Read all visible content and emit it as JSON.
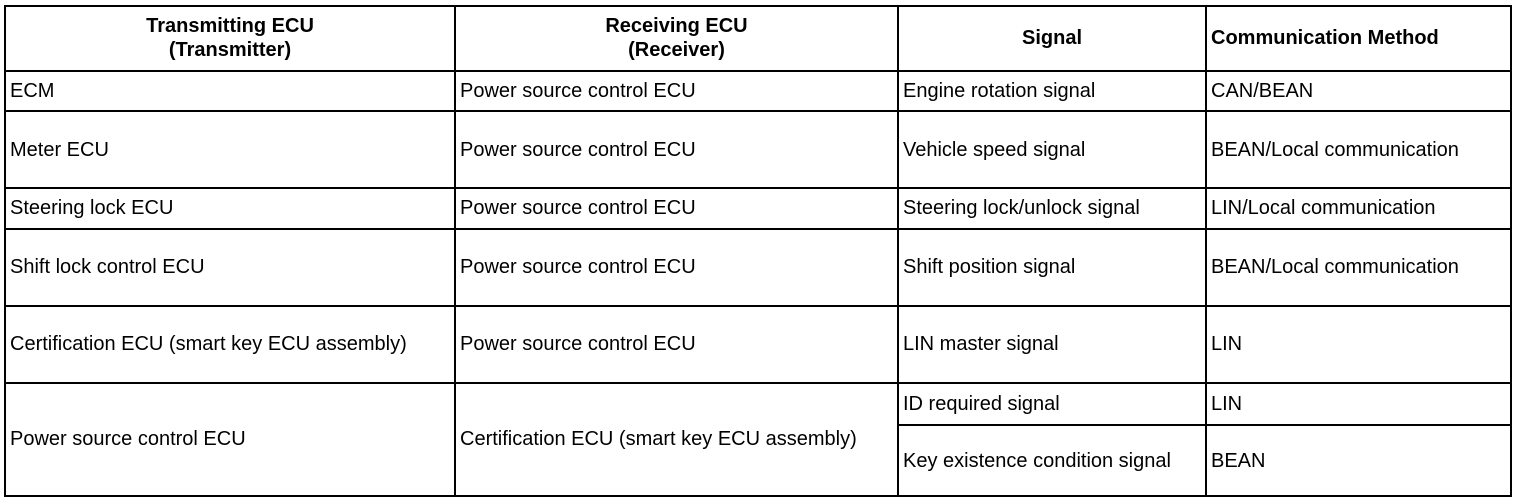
{
  "table": {
    "headers": {
      "transmitting": "Transmitting ECU\n(Transmitter)",
      "receiving": "Receiving ECU\n(Receiver)",
      "signal": "Signal",
      "method": "Communication Method"
    },
    "rows": [
      {
        "transmitter": "ECM",
        "receiver": "Power source control ECU",
        "signal": "Engine rotation signal",
        "method": "CAN/BEAN"
      },
      {
        "transmitter": "Meter ECU",
        "receiver": "Power source control ECU",
        "signal": "Vehicle speed signal",
        "method": "BEAN/Local communication"
      },
      {
        "transmitter": "Steering lock ECU",
        "receiver": "Power source control ECU",
        "signal": "Steering lock/unlock signal",
        "method": "LIN/Local communication"
      },
      {
        "transmitter": "Shift lock control ECU",
        "receiver": "Power source control ECU",
        "signal": "Shift position signal",
        "method": "BEAN/Local communication"
      },
      {
        "transmitter": "Certification ECU (smart key ECU assembly)",
        "receiver": "Power source control ECU",
        "signal": "LIN master signal",
        "method": "LIN"
      },
      {
        "transmitter": "Power source control ECU",
        "receiver": "Certification ECU (smart key ECU assembly)",
        "signal": "ID required signal",
        "method": "LIN"
      },
      {
        "signal": "Key existence condition signal",
        "method": "BEAN"
      }
    ]
  }
}
